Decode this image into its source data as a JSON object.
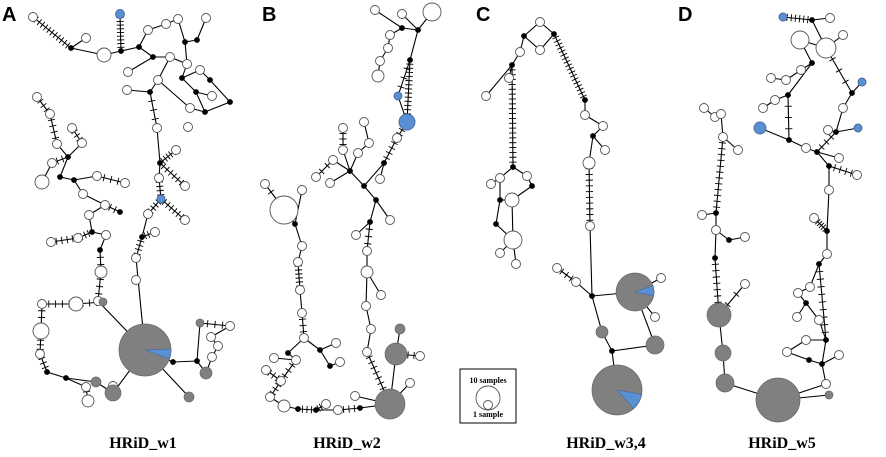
{
  "panels": [
    {
      "letter": "A",
      "title": "HRiD_w1"
    },
    {
      "letter": "B",
      "title": "HRiD_w2"
    },
    {
      "letter": "C",
      "title": "HRiD_w3,4"
    },
    {
      "letter": "D",
      "title": "HRiD_w5"
    }
  ],
  "legend": {
    "large_label": "10 samples",
    "small_label": "1 sample"
  },
  "colors": {
    "unsampled_node": "#000000",
    "haplotype_white": "#ffffff",
    "haplotype_grey": "#808080",
    "haplotype_blue": "#5b8fd3"
  }
}
